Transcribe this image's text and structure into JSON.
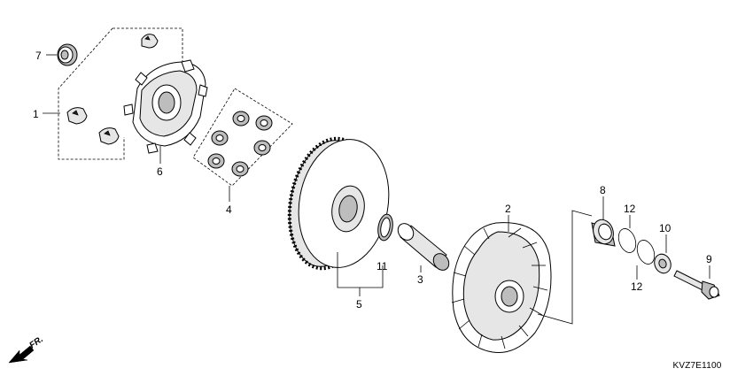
{
  "callouts": {
    "c1": "1",
    "c2": "2",
    "c3": "3",
    "c4": "4",
    "c5": "5",
    "c6": "6",
    "c7": "7",
    "c8": "8",
    "c9": "9",
    "c10": "10",
    "c11": "11",
    "c12a": "12",
    "c12b": "12"
  },
  "direction_label": "FR.",
  "diagram_code": "KVZ7E1100"
}
